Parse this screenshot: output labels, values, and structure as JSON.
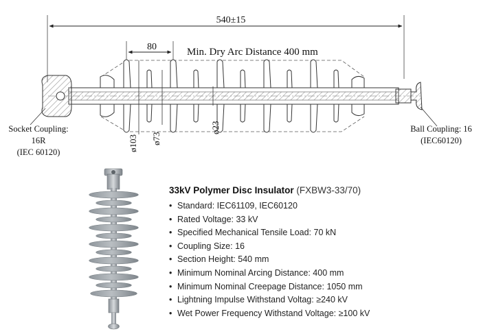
{
  "drawing": {
    "overall_dimension": "540±15",
    "shed_spacing": "80",
    "dry_arc_label": "Min. Dry Arc Distance 400 mm",
    "diameter_large": "ø103",
    "diameter_small": "ø73",
    "diameter_rod": "ø23",
    "socket_coupling": {
      "line1": "Socket Coupling: 16R",
      "line2": "(IEC 60120)"
    },
    "ball_coupling": {
      "line1": "Ball Coupling: 16",
      "line2": "(IEC60120)"
    }
  },
  "specs": {
    "title_bold": "33kV Polymer Disc Insulator",
    "title_model": "(FXBW3-33/70)",
    "bullet": "•",
    "items": [
      "Standard: IEC61109, IEC60120",
      "Rated Voltage: 33 kV",
      "Specified Mechanical Tensile Load: 70 kN",
      "Coupling Size: 16",
      "Section Height: 540 mm",
      "Minimum Nominal Arcing Distance: 400 mm",
      "Minimum Nominal Creepage Distance: 1050 mm",
      "Lightning Impulse Withstand Voltag: ≥240 kV",
      "Wet Power Frequency Withstand Voltage: ≥100 kV"
    ]
  },
  "colors": {
    "line": "#333333",
    "hatch": "#b0b0b0",
    "photo_body": "#8d949b",
    "photo_shed": "#a7adb3"
  }
}
